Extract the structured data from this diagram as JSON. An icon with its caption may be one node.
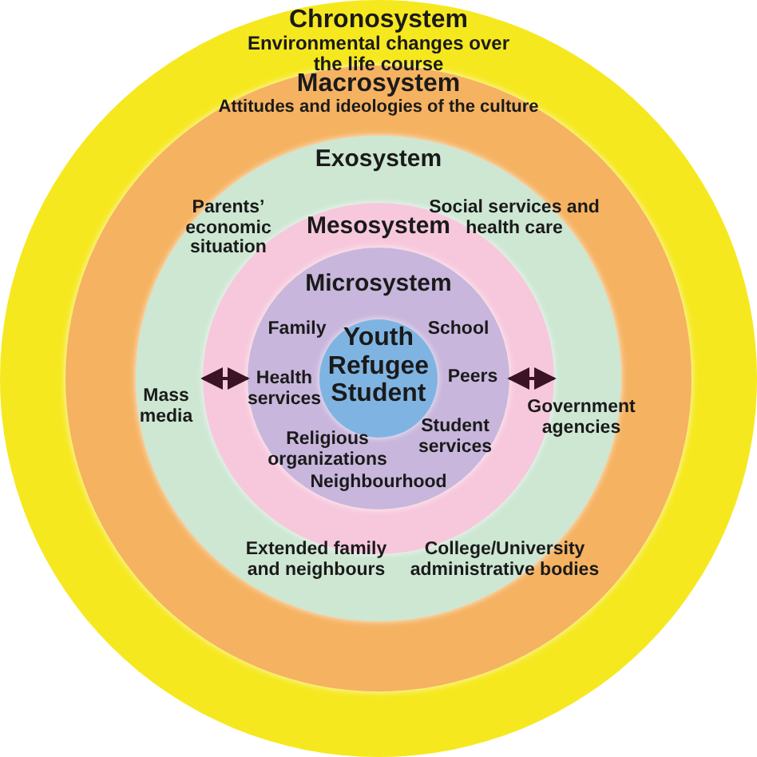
{
  "diagram": {
    "nodes": [
      {
        "text": [
          "Chronosystem",
          "Environmental changes over the life course"
        ]
      },
      {
        "text": [
          "Macrosystem",
          "Attitudes and ideologies of the culture"
        ],
        "in": 0
      },
      {
        "text": [
          "Exosystem"
        ],
        "in": 1
      },
      {
        "text": [
          "Mesosystem"
        ],
        "in": 2
      },
      {
        "text": [
          "Microsystem"
        ],
        "in": 3
      },
      {
        "text": [
          "Youth Refugee Student"
        ],
        "in": 4
      }
    ],
    "edges": [
      {
        "from": 4,
        "to": 3,
        "arrow": "both"
      },
      {
        "from": 4,
        "to": 3,
        "arrow": "both"
      }
    ],
    "labels": [
      "Parents’ economic situation",
      "Social services and health care",
      "Family",
      "School",
      "Health services",
      "Peers",
      "Mass media",
      "Government agencies",
      "Religious organizations",
      "Student services",
      "Neighbourhood",
      "Extended family and neighbours",
      "College/University administrative bodies"
    ]
  }
}
